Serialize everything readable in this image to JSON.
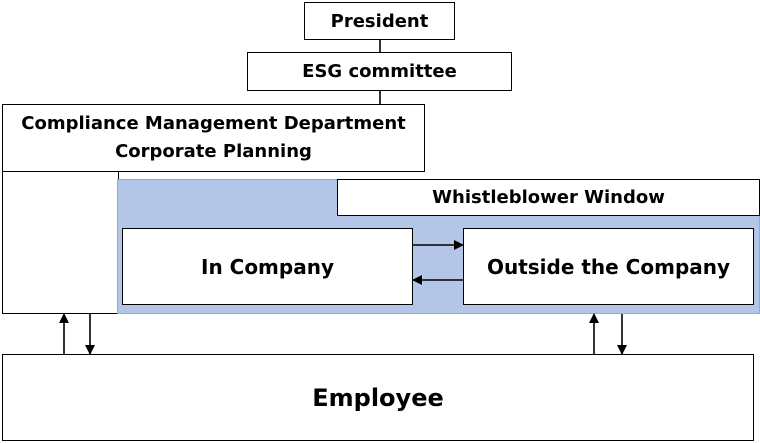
{
  "nodes": {
    "president": "President",
    "esg_committee": "ESG committee",
    "compliance_line1": "Compliance Management Department",
    "compliance_line2": "Corporate Planning",
    "whistleblower_window": "Whistleblower Window",
    "in_company": "In Company",
    "outside_company": "Outside the Company",
    "employee": "Employee"
  },
  "colors": {
    "panel_fill": "#b4c6e7",
    "panel_border": "#8ea9db",
    "line": "#000000"
  }
}
